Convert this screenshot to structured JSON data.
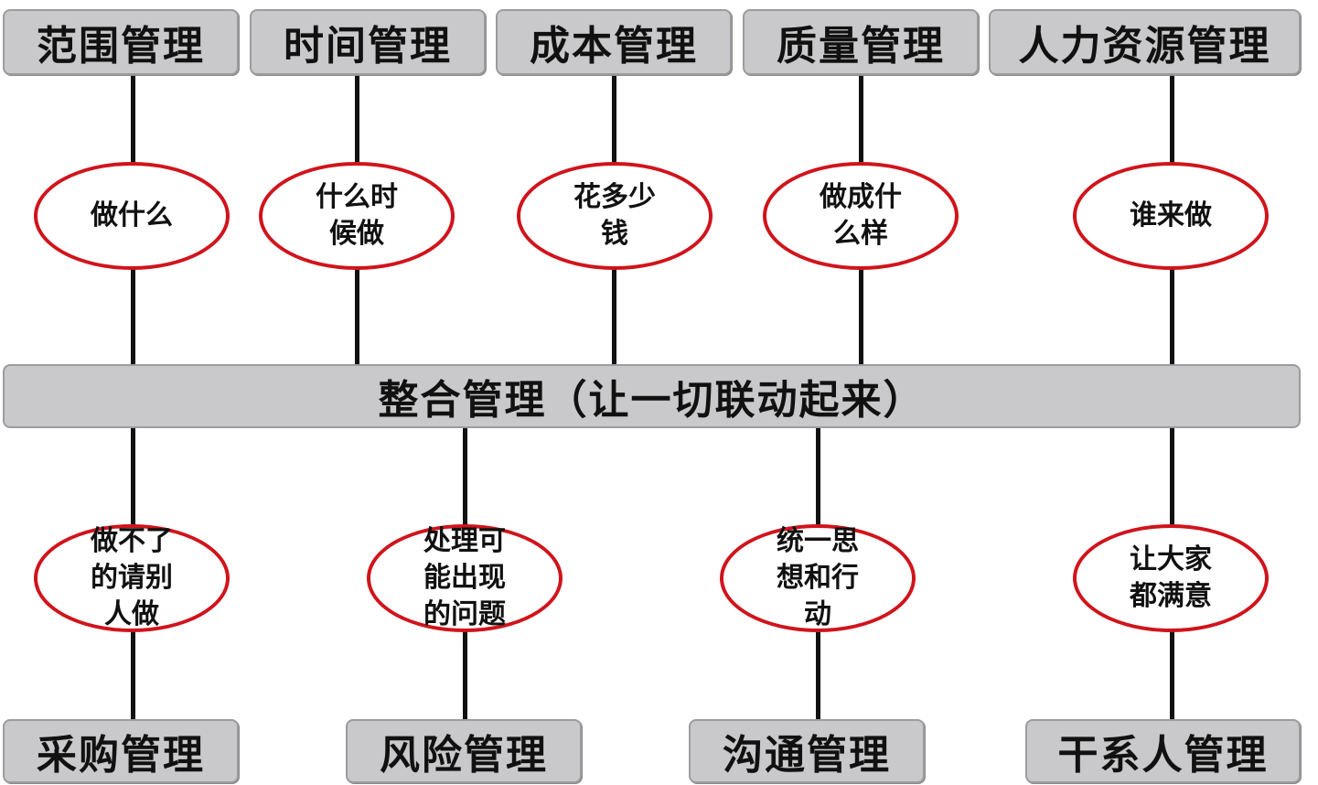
{
  "top_boxes": [
    {
      "label": "范围管理",
      "question": "做什么"
    },
    {
      "label": "时间管理",
      "question": "什么时候做"
    },
    {
      "label": "成本管理",
      "question": "花多少钱"
    },
    {
      "label": "质量管理",
      "question": "做成什么样"
    },
    {
      "label": "人力资源管理",
      "question": "谁来做"
    }
  ],
  "center": {
    "label": "整合管理（让一切联动起来）"
  },
  "bottom_boxes": [
    {
      "label": "采购管理",
      "question": "做不了的请别人做"
    },
    {
      "label": "风险管理",
      "question": "处理可能出现的问题"
    },
    {
      "label": "沟通管理",
      "question": "统一思想和行动"
    },
    {
      "label": "干系人管理",
      "question": "让大家都满意"
    }
  ],
  "colors": {
    "box_fill": "#c9c9cb",
    "ellipse_border": "#d0141c",
    "line": "#111111"
  }
}
